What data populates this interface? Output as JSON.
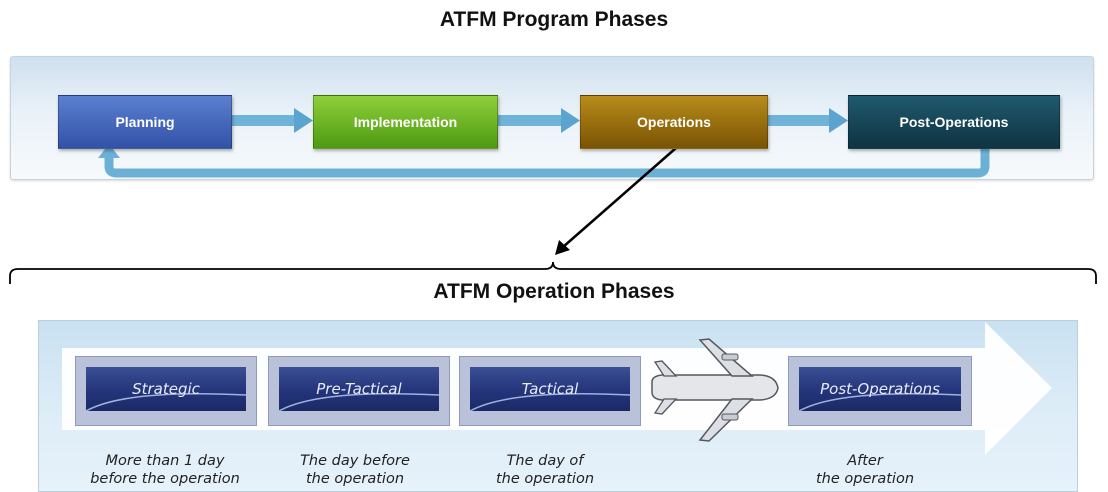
{
  "program": {
    "title": "ATFM Program Phases",
    "phases": [
      "Planning",
      "Implementation",
      "Operations",
      "Post-Operations"
    ]
  },
  "operation": {
    "title": "ATFM Operation Phases",
    "phases": [
      {
        "label": "Strategic",
        "caption_line1": "More than 1 day",
        "caption_line2": "before the operation"
      },
      {
        "label": "Pre-Tactical",
        "caption_line1": "The day before",
        "caption_line2": "the operation"
      },
      {
        "label": "Tactical",
        "caption_line1": "The day of",
        "caption_line2": "the operation"
      },
      {
        "label": "Post-Operations",
        "caption_line1": "After",
        "caption_line2": "the operation"
      }
    ]
  },
  "icons": [
    "airplane-icon",
    "flow-arrow-icon",
    "loop-back-arrow-icon",
    "pointer-arrow-icon",
    "curly-brace-icon"
  ],
  "colors": {
    "planning": "#3f62b8",
    "implementation": "#6fb324",
    "operations": "#9a700e",
    "post_operations": "#174556",
    "operation_tile": "#23347a"
  }
}
